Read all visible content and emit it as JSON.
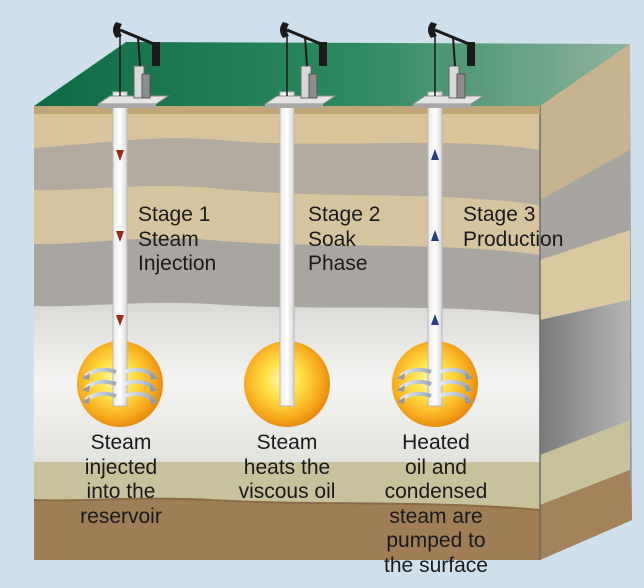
{
  "wells": [
    {
      "stage_lines": [
        "Stage 1",
        "Steam",
        "Injection"
      ],
      "caption_lines": [
        "Steam",
        "injected",
        "into the",
        "reservoir"
      ],
      "arrow_direction": "down",
      "arrow_color": "#9b2b14",
      "has_steam_jets": true
    },
    {
      "stage_lines": [
        "Stage 2",
        "Soak",
        "Phase"
      ],
      "caption_lines": [
        "Steam",
        "heats the",
        "viscous oil"
      ],
      "arrow_direction": "none",
      "arrow_color": "",
      "has_steam_jets": false
    },
    {
      "stage_lines": [
        "Stage 3",
        "Production"
      ],
      "caption_lines": [
        "Heated",
        "oil and",
        "condensed",
        "steam are",
        "pumped to",
        "the surface"
      ],
      "arrow_direction": "up",
      "arrow_color": "#2b3c86",
      "has_steam_jets": true
    }
  ],
  "colors": {
    "background": "#cfe0ec",
    "ground_surface": "#1f7a4f",
    "steam_core": "#fff7b0",
    "steam_edge": "#e88a10"
  }
}
